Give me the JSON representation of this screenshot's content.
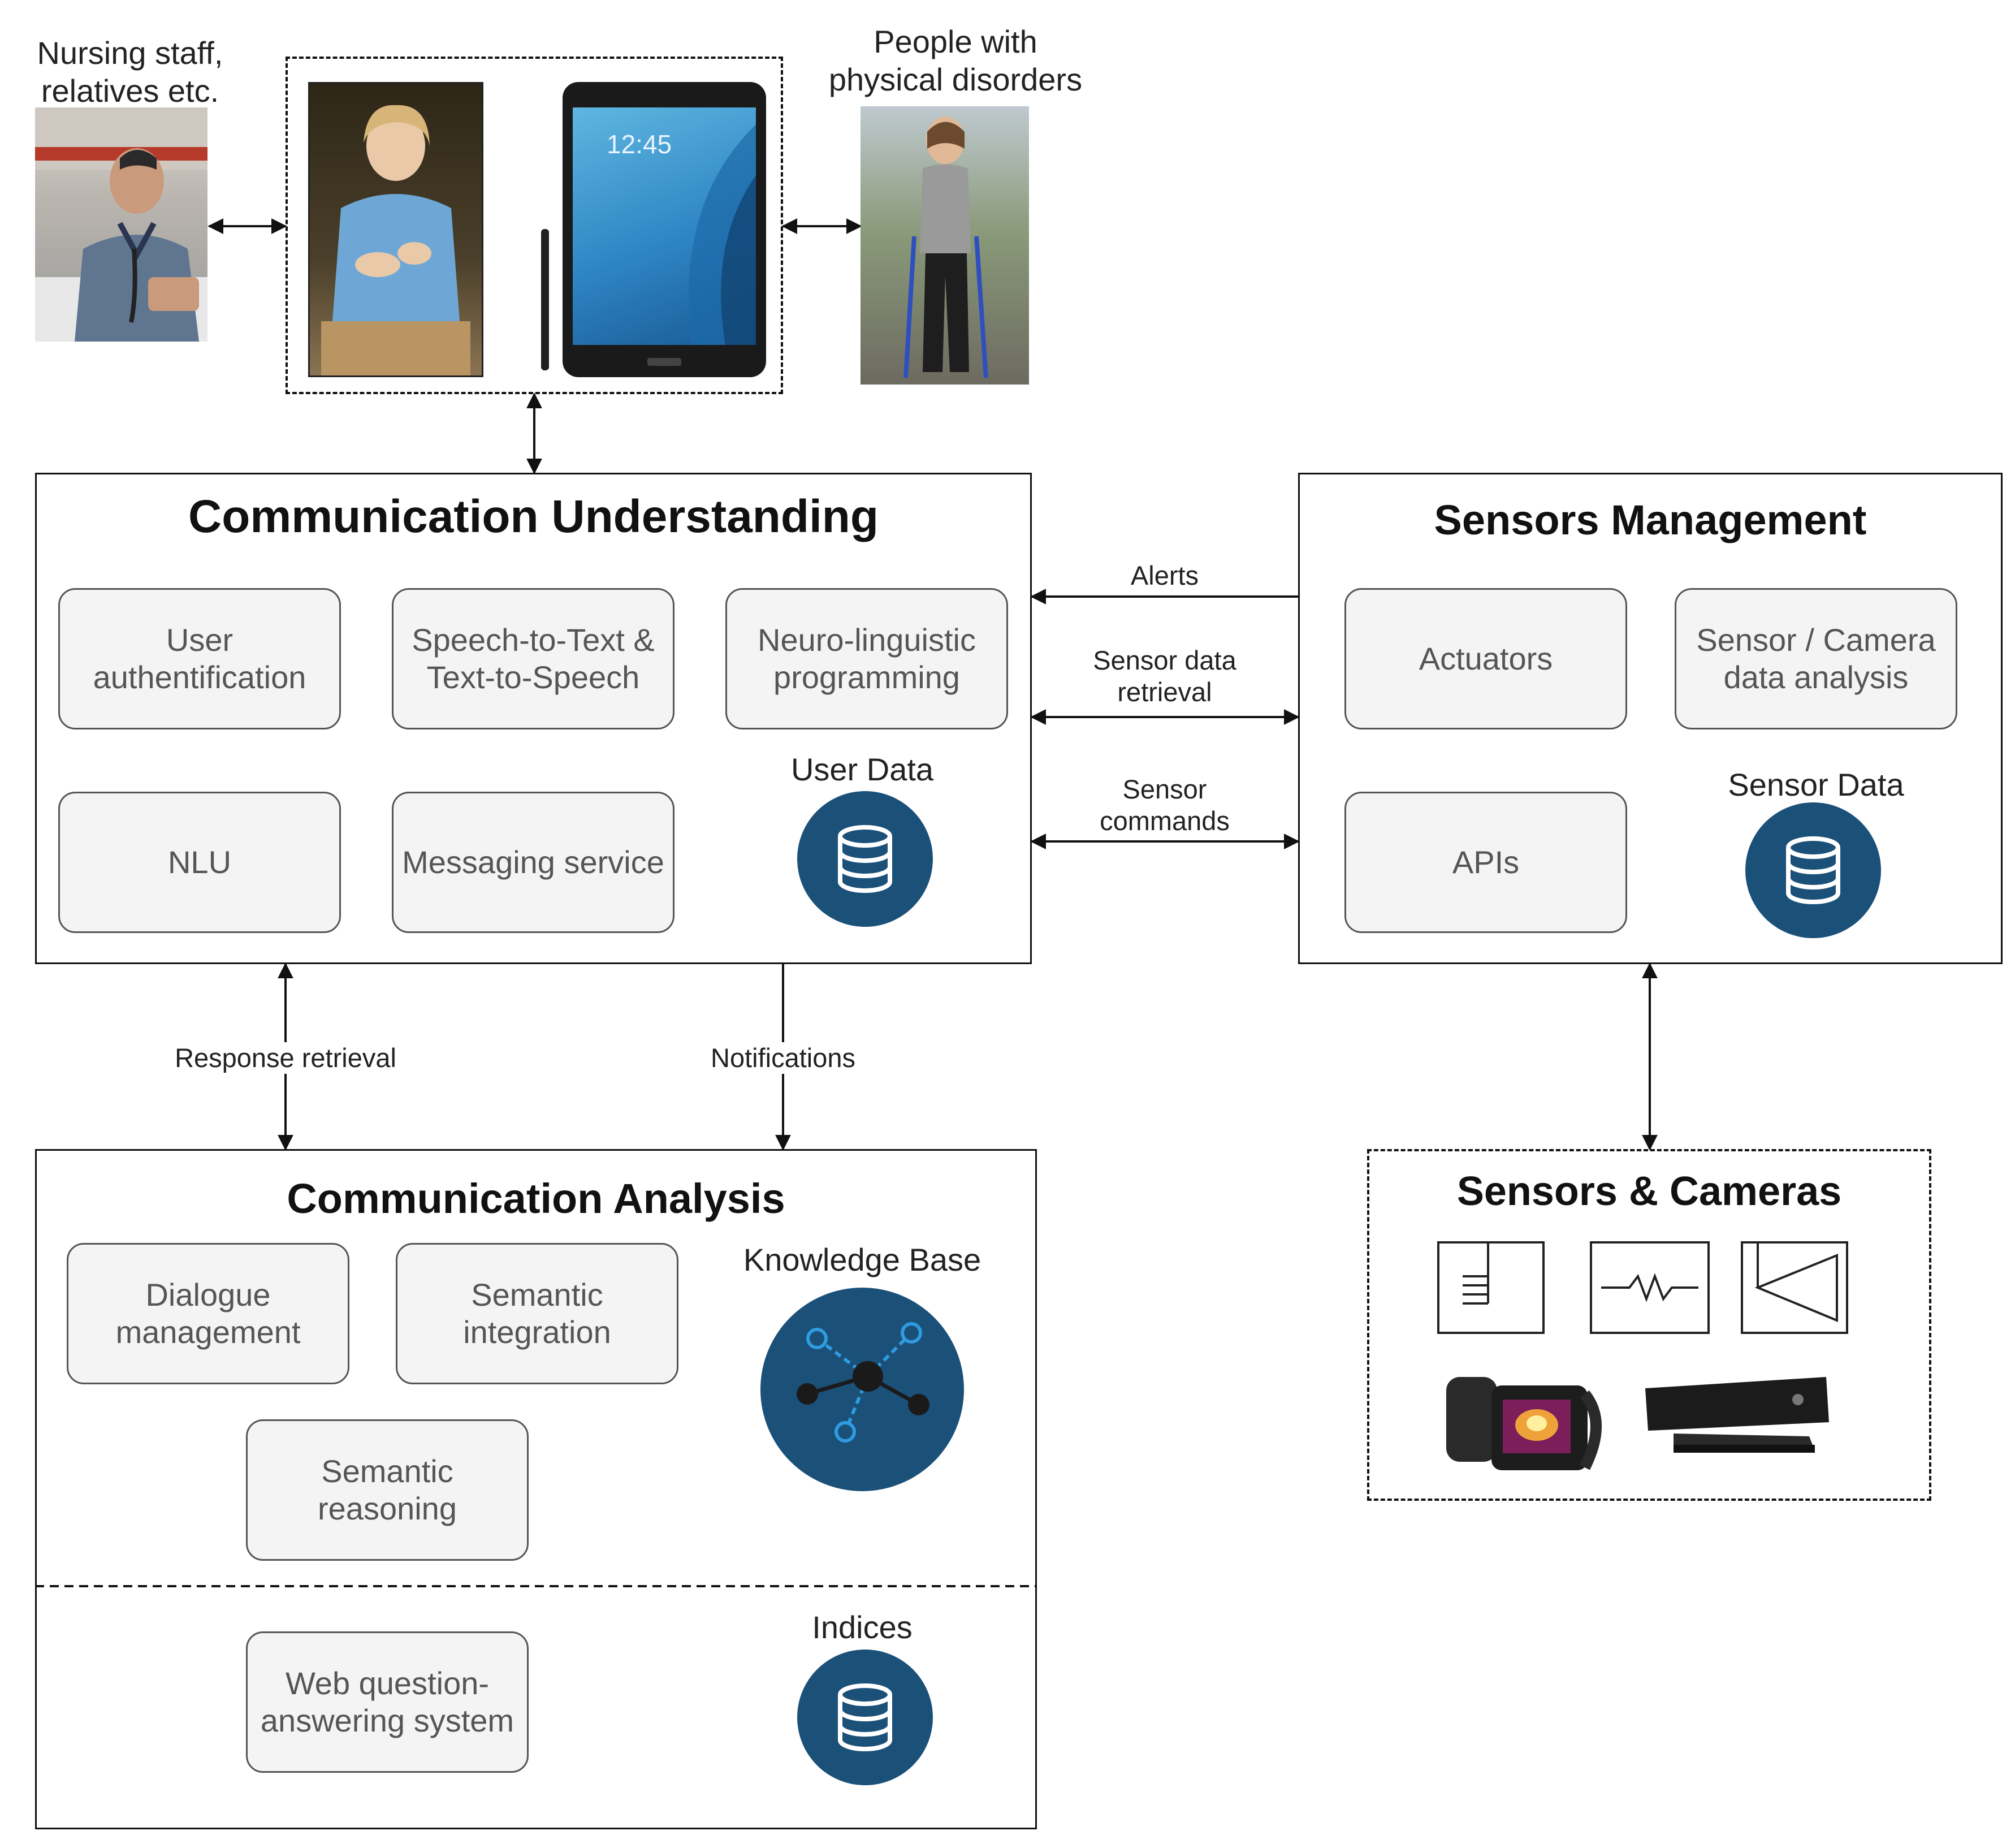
{
  "actors": {
    "staff_label": "Nursing staff,\nrelatives etc.",
    "patient_label": "People with\nphysical disorders"
  },
  "device": {
    "tablet_clock": "12:45"
  },
  "communication_understanding": {
    "title": "Communication Understanding",
    "modules": [
      "User\nauthentification",
      "Speech-to-Text &\nText-to-Speech",
      "Neuro-linguistic\nprogramming",
      "NLU",
      "Messaging service"
    ],
    "database_label": "User Data"
  },
  "sensors_management": {
    "title": "Sensors Management",
    "modules": [
      "Actuators",
      "Sensor / Camera\ndata analysis",
      "APIs"
    ],
    "database_label": "Sensor Data"
  },
  "communication_analysis": {
    "title": "Communication Analysis",
    "modules": [
      "Dialogue\nmanagement",
      "Semantic\nintegration",
      "Semantic\nreasoning",
      "Web question-\nanswering system"
    ],
    "knowledge_label": "Knowledge Base",
    "indices_label": "Indices"
  },
  "sensors_cameras": {
    "title": "Sensors & Cameras"
  },
  "edges": {
    "alerts": "Alerts",
    "sensor_data_retrieval": "Sensor data\nretrieval",
    "sensor_commands": "Sensor\ncommands",
    "response_retrieval": "Response retrieval",
    "notifications": "Notifications"
  },
  "colors": {
    "accent": "#1b5079",
    "module_fill": "#f4f4f4",
    "module_border": "#555555"
  }
}
